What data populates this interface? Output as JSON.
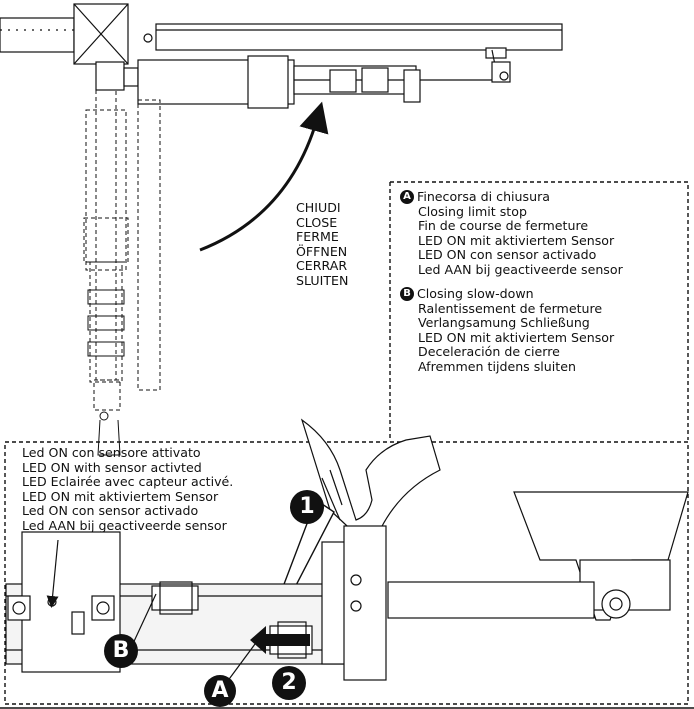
{
  "direction_labels": [
    "CHIUDI",
    "CLOSE",
    "FERME",
    "ÖFFNEN",
    "CERRAR",
    "SLUITEN"
  ],
  "closing_limit": {
    "marker": "A",
    "lines": [
      "Finecorsa di chiusura",
      "Closing limit stop",
      "Fin de course de fermeture",
      "LED ON mit aktiviertem Sensor",
      "LED ON con sensor activado",
      "Led AAN bij geactiveerde sensor"
    ]
  },
  "closing_slowdown": {
    "marker": "B",
    "lines": [
      "Closing slow-down",
      "Ralentissement de fermeture",
      "Verlangsamung Schließung",
      "LED ON mit aktiviertem Sensor",
      "Deceleración de cierre",
      "Afremmen tijdens sluiten"
    ]
  },
  "led_note": [
    "Led ON con sensore attivato",
    "LED ON with sensor activted",
    "LED Eclairée avec capteur activé.",
    "LED ON mit aktiviertem Sensor",
    "Led ON con sensor activado",
    "Led AAN bij geactiveerde sensor"
  ],
  "step_markers": {
    "step1": "1",
    "step2": "2",
    "point_a": "A",
    "point_b": "B"
  }
}
